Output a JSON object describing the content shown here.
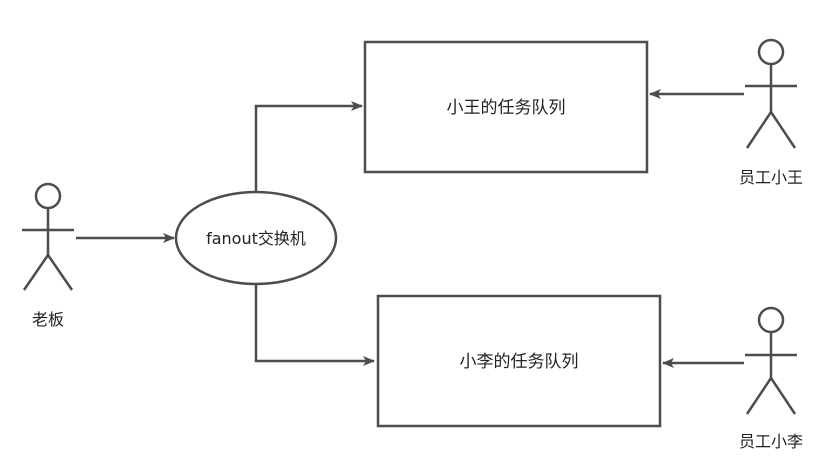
{
  "actors": {
    "boss": {
      "label": "老板"
    },
    "employee_wang": {
      "label": "员工小王"
    },
    "employee_li": {
      "label": "员工小李"
    }
  },
  "exchange": {
    "label": "fanout交换机"
  },
  "queues": {
    "wang": {
      "label": "小王的任务队列"
    },
    "li": {
      "label": "小李的任务队列"
    }
  },
  "colors": {
    "line": "#4d4d4d",
    "text": "#222222",
    "background": "#ffffff"
  }
}
